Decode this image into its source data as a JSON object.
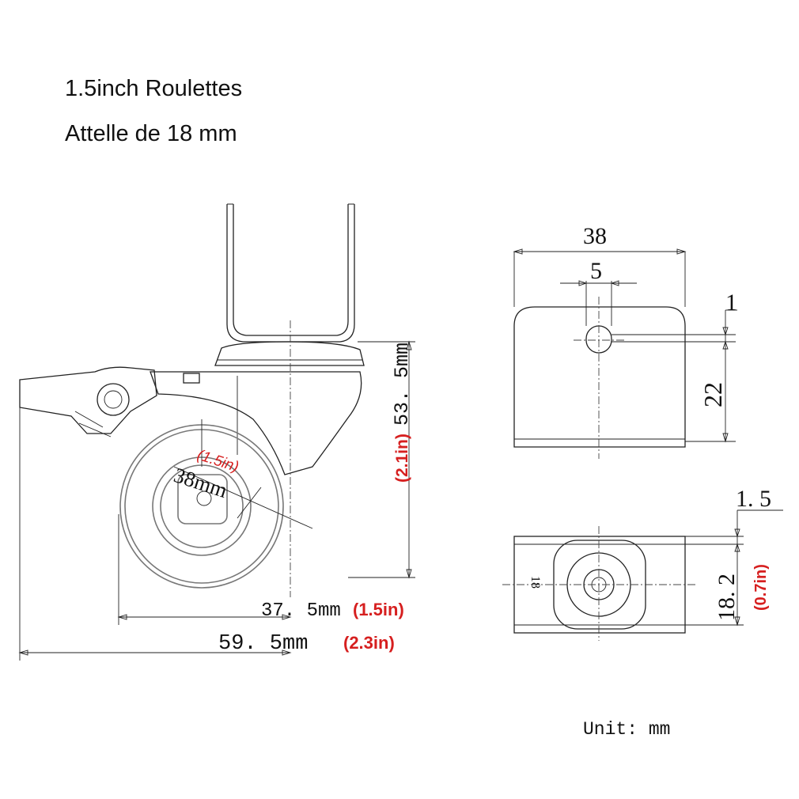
{
  "header": {
    "title": "1.5inch Roulettes",
    "subtitle": "Attelle de 18 mm"
  },
  "side_view": {
    "wheel_diameter_metric": "38mm",
    "wheel_diameter_imperial": "(1.5in)",
    "height_metric": "53. 5mm",
    "height_imperial": "(2.1in)",
    "offset_metric": "37. 5mm",
    "offset_imperial": "(1.5in)",
    "length_metric": "59. 5mm",
    "length_imperial": "(2.3in)"
  },
  "front_view": {
    "width": "38",
    "slot_width": "5",
    "top_gap": "1",
    "hole_height": "22"
  },
  "bottom_view": {
    "plate_thickness": "1. 5",
    "depth": "18. 2",
    "depth_imperial": "(0.7in)",
    "inner_label": "18"
  },
  "footer": {
    "unit_note": "Unit: mm"
  },
  "colors": {
    "imperial_annotation": "#d61f1f",
    "line": "#222222"
  }
}
